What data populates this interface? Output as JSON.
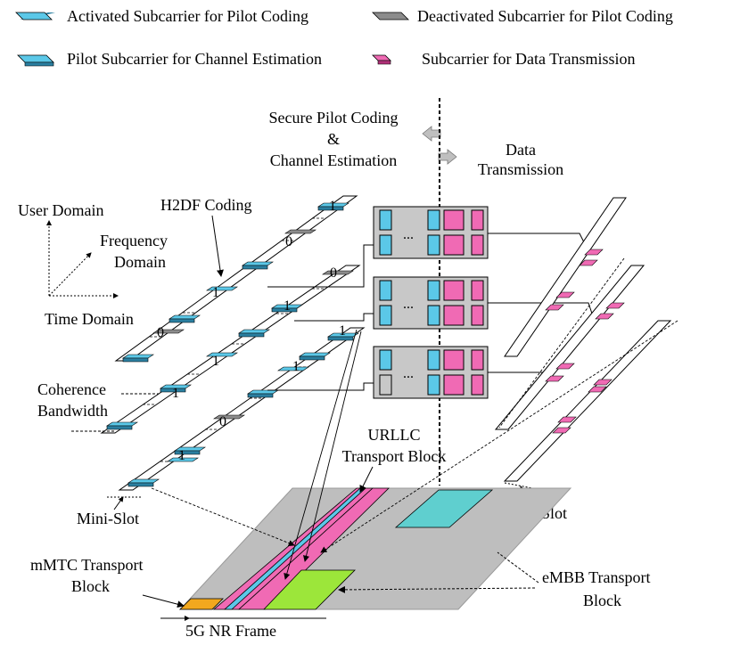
{
  "legend": {
    "activated": "Activated  Subcarrier for Pilot Coding",
    "deactivated": "Deactivated Subcarrier for  Pilot Coding",
    "pilot": "Pilot Subcarrier for Channel Estimation",
    "data": "Subcarrier for Data Transmission"
  },
  "phases": {
    "secure_line1": "Secure Pilot Coding",
    "secure_line2": "&",
    "secure_line3": "Channel Estimation",
    "data_line1": "Data",
    "data_line2": "Transmission"
  },
  "axes": {
    "user": "User Domain",
    "freq_line1": "Frequency",
    "freq_line2": "Domain",
    "time": "Time Domain"
  },
  "annotations": {
    "h2df": "H2DF Coding",
    "coherence_line1": "Coherence",
    "coherence_line2": "Bandwidth",
    "minislot_left": "Mini-Slot",
    "minislot_right": "Mini-Slot",
    "urllc_line1": "URLLC",
    "urllc_line2": "Transport Block",
    "mmtc_line1": "mMTC Transport",
    "mmtc_line2": "Block",
    "embb_line1": "eMBB Transport",
    "embb_line2": "Block",
    "frame": "5G NR Frame"
  },
  "bits": {
    "s1_a": "1",
    "s1_b": "0",
    "s1_c": "1",
    "s1_d": "0",
    "s2_a": "0",
    "s2_b": "1",
    "s2_c": "1",
    "s2_d": "1",
    "s3_a": "1",
    "s3_b": "1",
    "s3_c": "0",
    "s3_d": "1"
  },
  "ellipsis": "...",
  "colors": {
    "activated": "#5BC8E8",
    "deactivated": "#8C8C8C",
    "data": "#F06AB4",
    "frame": "#BEBEBE",
    "embb_cyan": "#5FCFCF",
    "embb_green": "#9CE63A",
    "mmtc": "#F2A81E",
    "block_bg": "#C8C8C8"
  }
}
